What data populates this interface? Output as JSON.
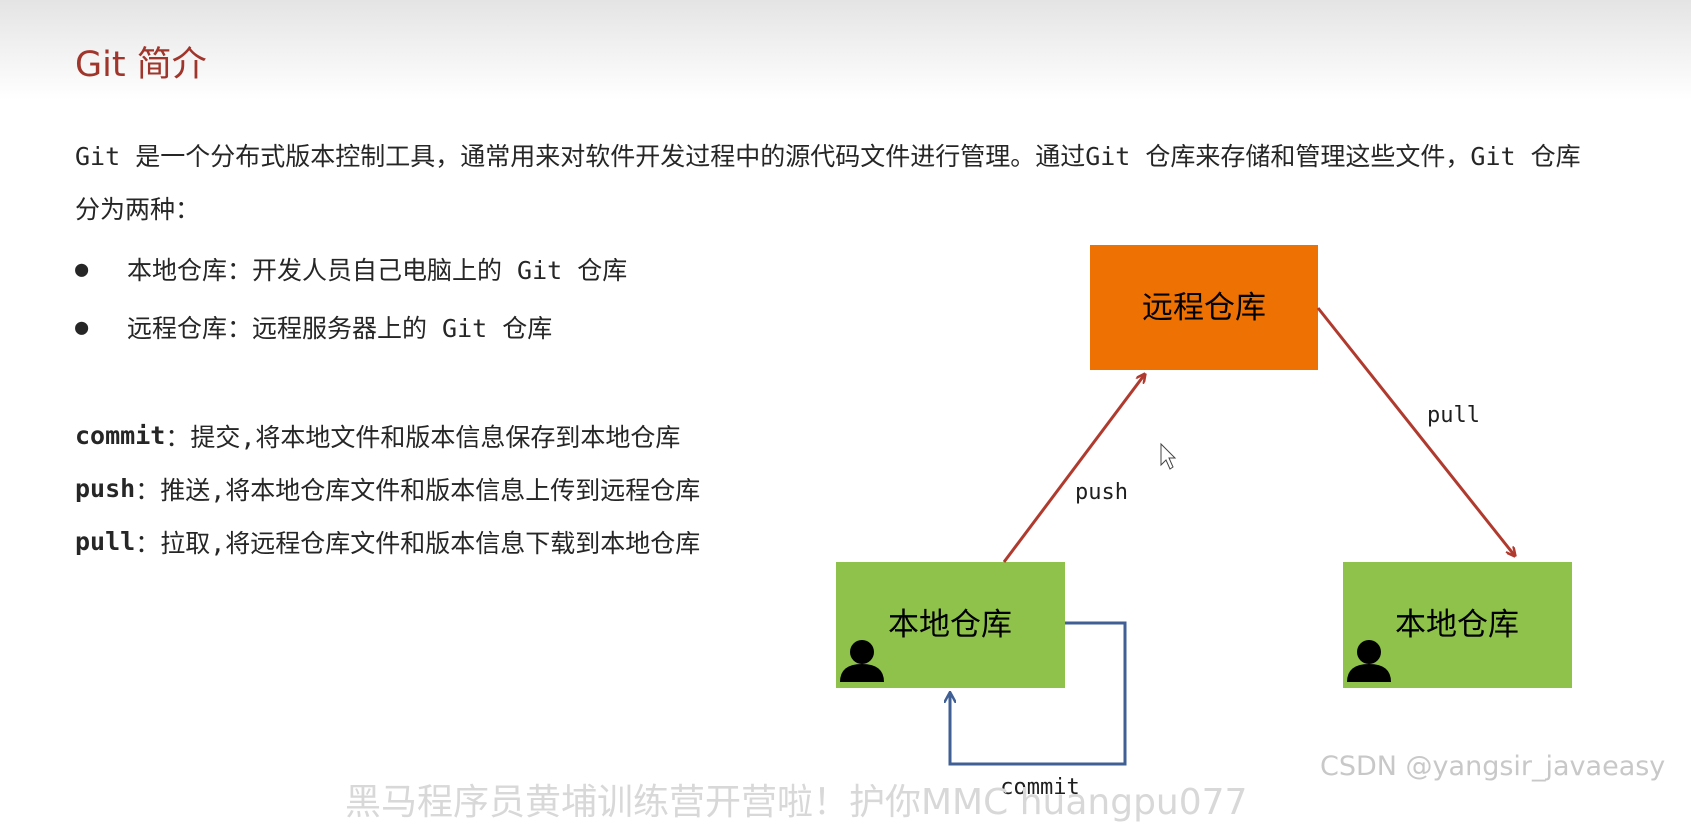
{
  "title": "Git 简介",
  "intro": "Git 是一个分布式版本控制工具，通常用来对软件开发过程中的源代码文件进行管理。通过Git 仓库来存储和管理这些文件，Git 仓库分为两种：",
  "bullets": [
    {
      "bullet": "●",
      "text": "本地仓库：开发人员自己电脑上的 Git 仓库"
    },
    {
      "bullet": "●",
      "text": "远程仓库：远程服务器上的 Git 仓库"
    }
  ],
  "definitions": [
    {
      "term": "commit",
      "text": "：提交,将本地文件和版本信息保存到本地仓库"
    },
    {
      "term": "push",
      "text": "：推送,将本地仓库文件和版本信息上传到远程仓库"
    },
    {
      "term": "pull",
      "text": "：拉取,将远程仓库文件和版本信息下载到本地仓库"
    }
  ],
  "diagram": {
    "remote_repo": "远程仓库",
    "local_repo_left": "本地仓库",
    "local_repo_right": "本地仓库",
    "push_label": "push",
    "pull_label": "pull",
    "commit_label": "commit",
    "colors": {
      "remote_fill": "#ee7203",
      "local_fill": "#8fc24b",
      "push_pull_arrow": "#b03a2e",
      "commit_arrow": "#3f5f95"
    },
    "icons": [
      "user-icon",
      "user-icon",
      "cursor-icon"
    ]
  },
  "watermark": "CSDN @yangsir_javaeasy",
  "banner": "黑马程序员黄埔训练营开营啦！护你MMC huangpu077"
}
